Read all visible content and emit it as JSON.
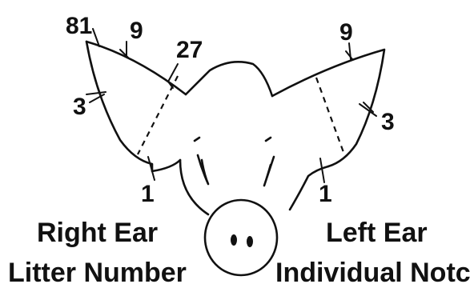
{
  "right_ear": {
    "caption": "Right Ear",
    "subcaption": "Litter Number",
    "notches": {
      "tip": "81",
      "upper_top": "9",
      "upper_inner": "27",
      "outer_edge": "3",
      "lower": "1"
    }
  },
  "left_ear": {
    "caption": "Left Ear",
    "subcaption": "Individual Notch",
    "notches": {
      "upper_top": "9",
      "outer_edge": "3",
      "lower": "1"
    }
  }
}
